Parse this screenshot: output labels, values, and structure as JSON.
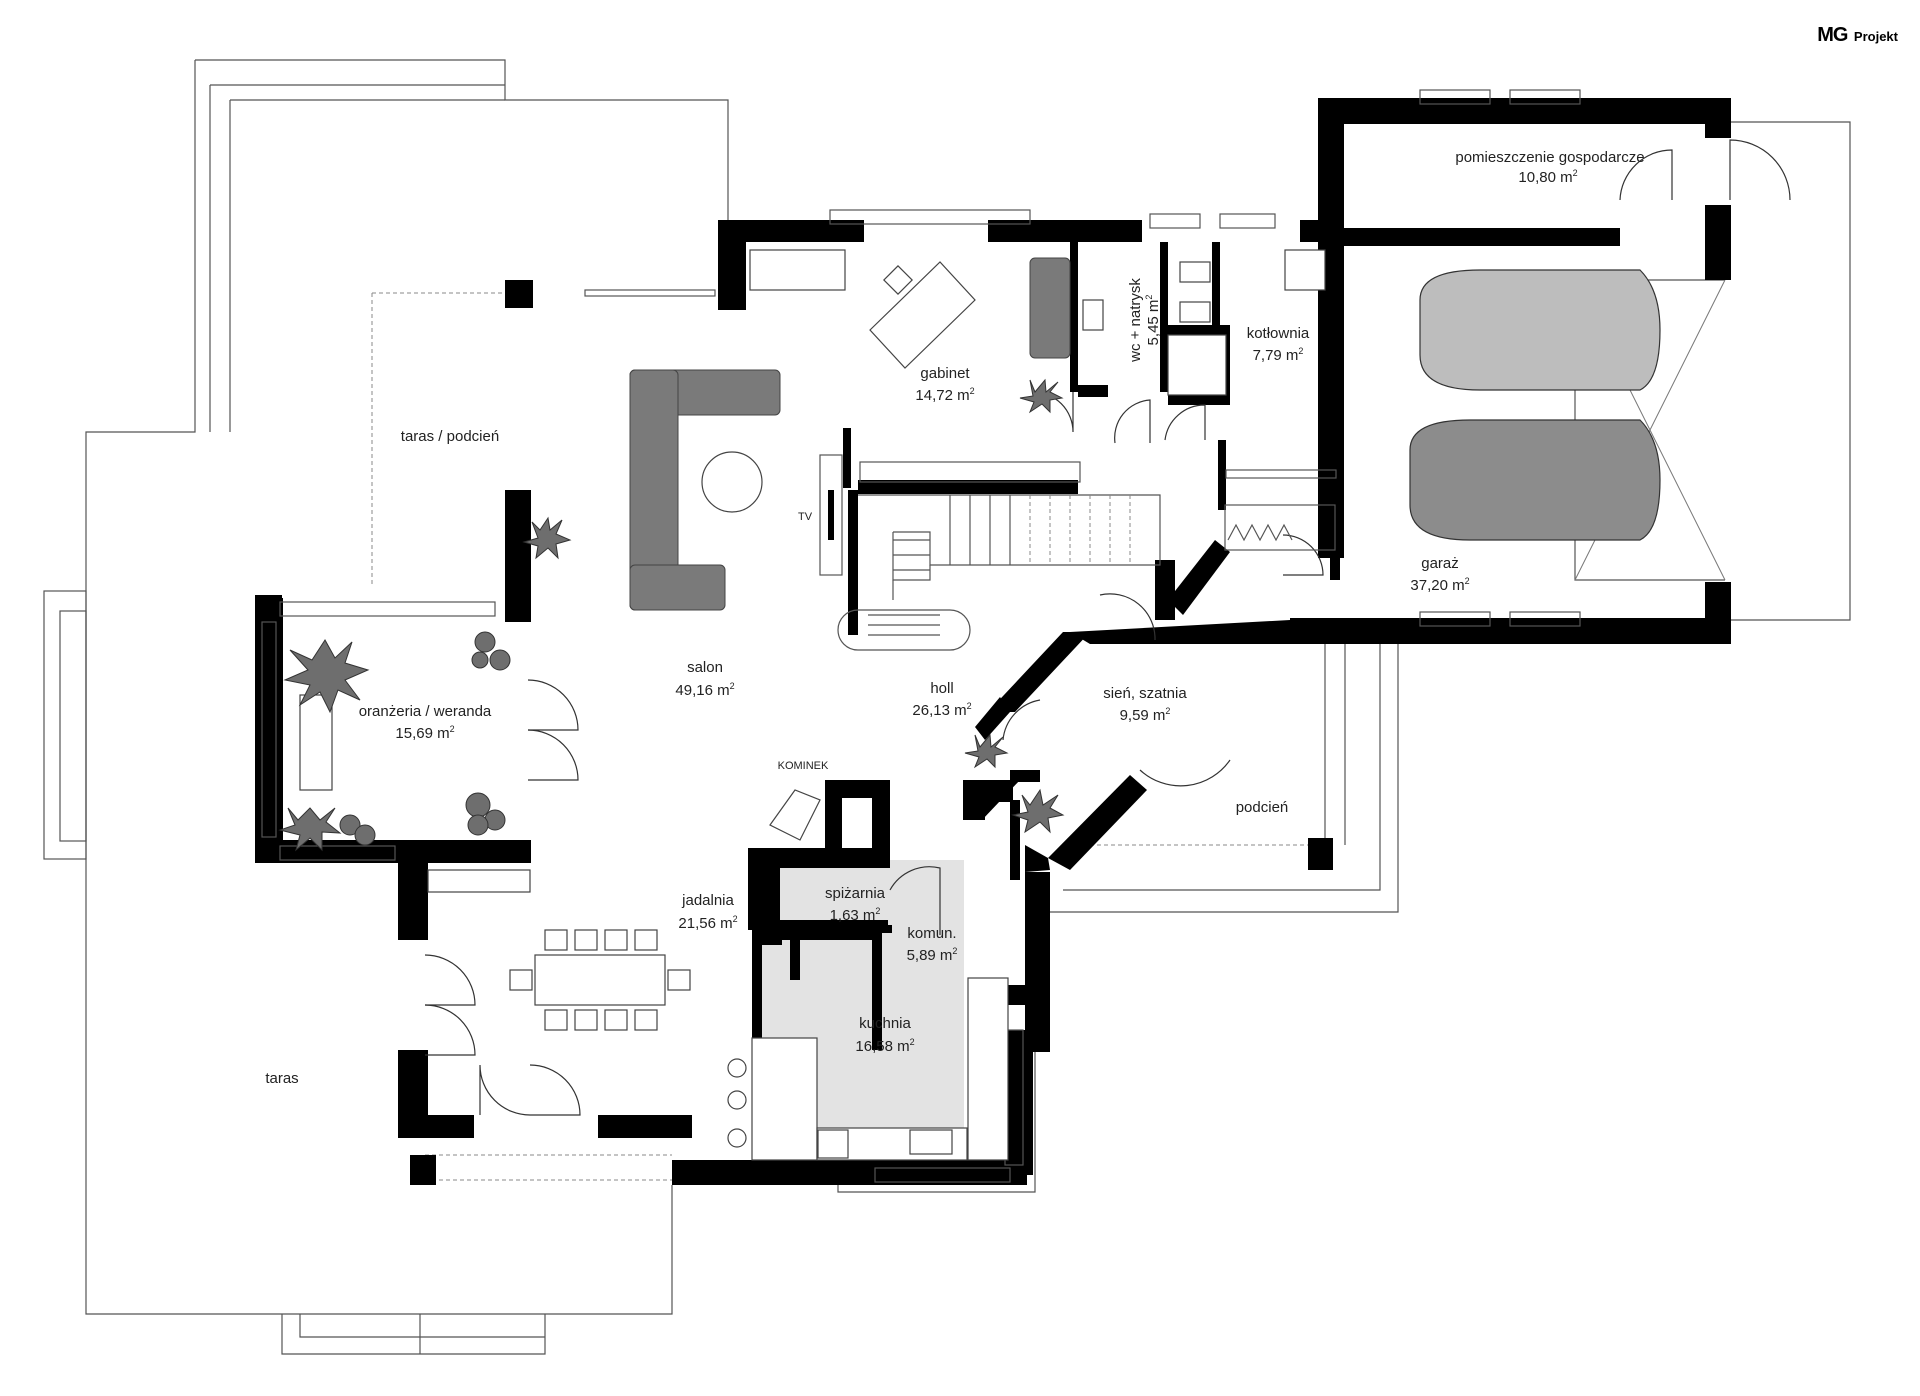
{
  "brand": {
    "main": "MG",
    "sub": "Projekt"
  },
  "rooms": {
    "pomieszczenie_gospodarcze": {
      "name": "pomieszczenie gospodarcze",
      "area": "10,80 m",
      "unit_exp": "2"
    },
    "garaz": {
      "name": "garaż",
      "area": "37,20 m",
      "unit_exp": "2"
    },
    "gabinet": {
      "name": "gabinet",
      "area": "14,72 m",
      "unit_exp": "2"
    },
    "wc_natrysk": {
      "name": "wc + natrysk",
      "area": "5,45 m",
      "unit_exp": "2"
    },
    "kotlownia": {
      "name": "kotłownia",
      "area": "7,79 m",
      "unit_exp": "2"
    },
    "taras_podcien": {
      "name": "taras / podcień"
    },
    "salon": {
      "name": "salon",
      "area": "49,16 m",
      "unit_exp": "2"
    },
    "holl": {
      "name": "holl",
      "area": "26,13 m",
      "unit_exp": "2"
    },
    "sien_szatnia": {
      "name": "sień, szatnia",
      "area": "9,59 m",
      "unit_exp": "2"
    },
    "oranzeria": {
      "name": "oranżeria / weranda",
      "area": "15,69 m",
      "unit_exp": "2"
    },
    "podcien": {
      "name": "podcień"
    },
    "jadalnia": {
      "name": "jadalnia",
      "area": "21,56 m",
      "unit_exp": "2"
    },
    "spizarnia": {
      "name": "spiżarnia",
      "area": "1,63 m",
      "unit_exp": "2"
    },
    "komun": {
      "name": "komun.",
      "area": "5,89 m",
      "unit_exp": "2"
    },
    "kuchnia": {
      "name": "kuchnia",
      "area": "16,58 m",
      "unit_exp": "2"
    },
    "taras": {
      "name": "taras"
    }
  },
  "labels": {
    "tv": "TV",
    "kominek": "KOMINEK"
  }
}
